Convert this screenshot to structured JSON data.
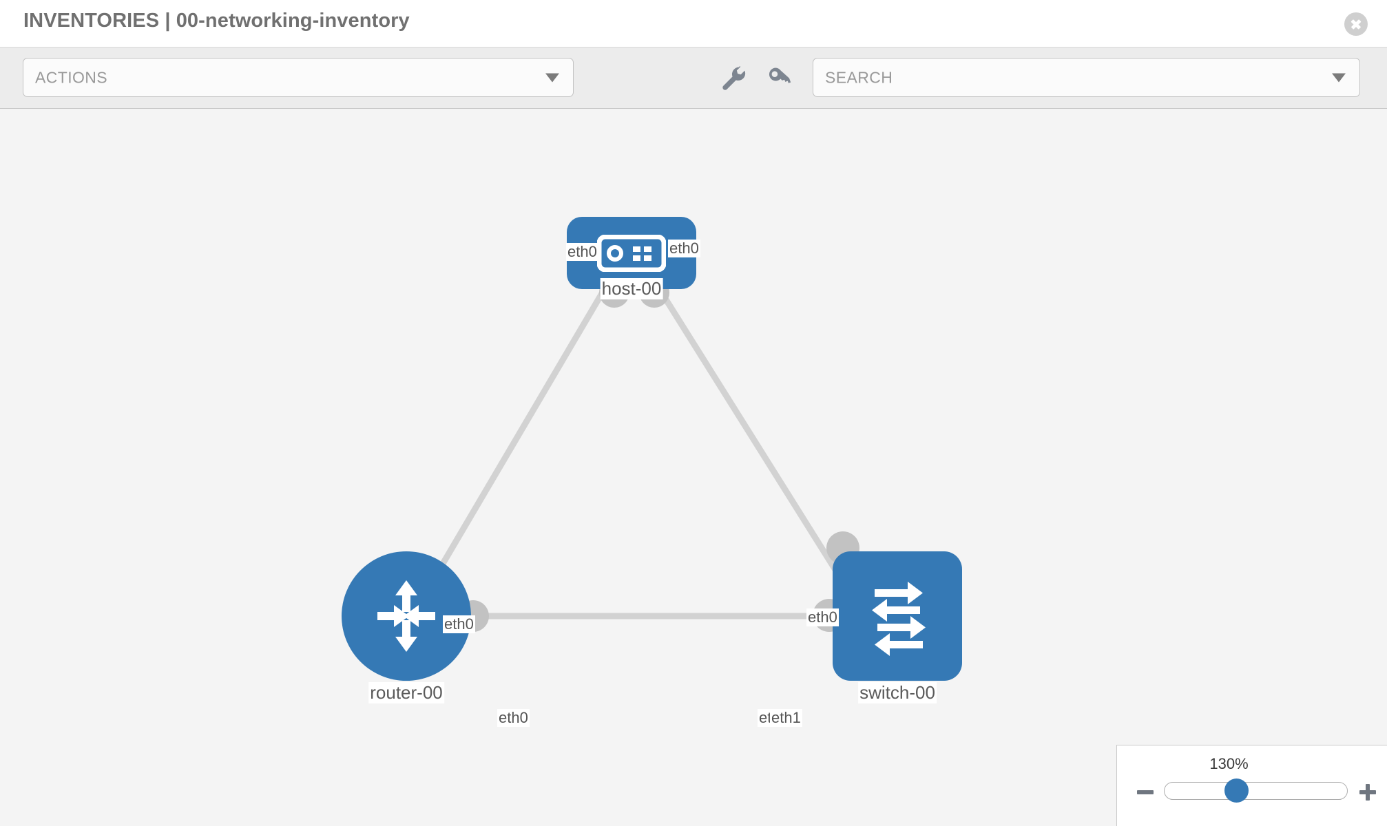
{
  "header": {
    "title": "INVENTORIES | 00-networking-inventory",
    "close_icon": "close-circle-icon"
  },
  "toolbar": {
    "actions_select": {
      "label": "ACTIONS",
      "caret_icon": "chevron-down-icon"
    },
    "search_select": {
      "placeholder": "SEARCH",
      "label": "SEARCH",
      "caret_icon": "chevron-down-icon"
    },
    "tools": [
      {
        "name": "wrench-icon",
        "title": "wrench"
      },
      {
        "name": "key-icon",
        "title": "key"
      }
    ]
  },
  "topology": {
    "nodes": [
      {
        "id": "host-00",
        "label": "host-00",
        "type": "host",
        "icon": "server-appliance-icon",
        "shape": "rounded-rect"
      },
      {
        "id": "router-00",
        "label": "router-00",
        "type": "router",
        "icon": "four-arrows-converge-icon",
        "shape": "circle"
      },
      {
        "id": "switch-00",
        "label": "switch-00",
        "type": "switch",
        "icon": "bidirectional-arrows-icon",
        "shape": "rounded-square"
      }
    ],
    "links": [
      {
        "from": "host-00",
        "from_iface": "eth0",
        "to": "router-00",
        "to_iface": "eth0"
      },
      {
        "from": "host-00",
        "from_iface": "eth0",
        "to": "switch-00",
        "to_iface": "eth0"
      },
      {
        "from": "router-00",
        "from_iface": "eth0",
        "to": "switch-00",
        "to_iface": "eth1"
      }
    ],
    "iface_labels": {
      "host_left": "eth0",
      "host_right": "eth0",
      "router_up": "eth0",
      "switch_up": "eth0",
      "router_right": "eth0",
      "switch_left_overlap": "eth",
      "switch_left": "eth1"
    }
  },
  "zoom_control": {
    "value_label": "130%",
    "minus_label": "minus-icon",
    "plus_label": "plus-icon"
  },
  "colors": {
    "node_blue": "#3579b5",
    "canvas_bg": "#f4f4f4",
    "toolbar_bg": "#ececec",
    "link_gray": "#d2d2d2",
    "nub_gray": "#c2c2c2",
    "title_gray": "#707070"
  }
}
